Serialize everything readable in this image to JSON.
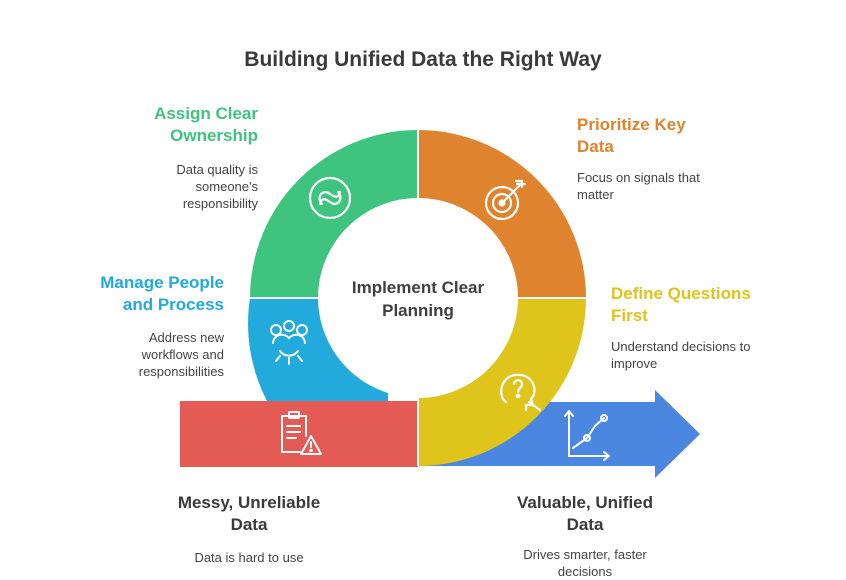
{
  "title": "Building Unified Data the Right Way",
  "center": "Implement Clear Planning",
  "colors": {
    "green": "#3fc480",
    "orange": "#e0832e",
    "yellow": "#dec41b",
    "cyan": "#21aadb",
    "red": "#e45a54",
    "blue": "#4b86e0"
  },
  "segments": [
    {
      "id": "ownership",
      "title": "Assign Clear Ownership",
      "desc": "Data quality is someone's responsibility",
      "color": "#3fc480",
      "icon": "link-circle-icon"
    },
    {
      "id": "prioritize",
      "title": "Prioritize Key Data",
      "desc": "Focus on signals that matter",
      "color": "#e0832e",
      "icon": "target-arrow-icon"
    },
    {
      "id": "define",
      "title": "Define Questions First",
      "desc": "Understand decisions to improve",
      "color": "#dec41b",
      "icon": "head-question-icon"
    },
    {
      "id": "people",
      "title": "Manage People and Process",
      "desc": "Address new workflows and responsibilities",
      "color": "#21aadb",
      "icon": "people-gear-icon"
    }
  ],
  "start": {
    "title": "Messy, Unreliable Data",
    "desc": "Data is hard to use",
    "color": "#e45a54",
    "icon": "document-warning-icon"
  },
  "end": {
    "title": "Valuable, Unified Data",
    "desc": "Drives smarter, faster decisions",
    "color": "#4b86e0",
    "icon": "trend-chart-icon"
  }
}
